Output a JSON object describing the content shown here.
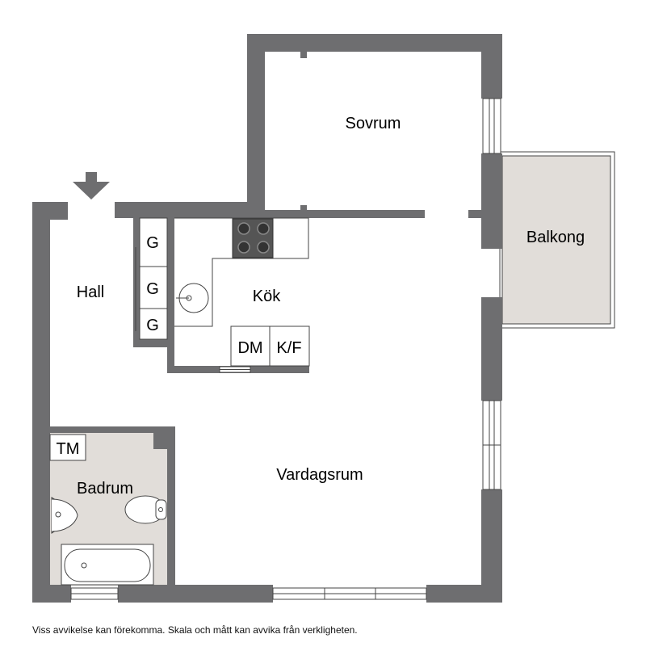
{
  "rooms": {
    "sovrum": "Sovrum",
    "balkong": "Balkong",
    "hall": "Hall",
    "kok": "Kök",
    "vardagsrum": "Vardagsrum",
    "badrum": "Badrum"
  },
  "fixtures": {
    "wardrobe_1": "G",
    "wardrobe_2": "G",
    "wardrobe_3": "G",
    "dishwasher": "DM",
    "fridge_freezer": "K/F",
    "washing_machine": "TM"
  },
  "disclaimer": "Viss avvikelse kan förekomma. Skala och mått kan avvika från verkligheten.",
  "colors": {
    "wall": "#6e6e70",
    "bathroom_floor": "#e1ddd9",
    "balcony_floor": "#e1ddd9",
    "background": "#ffffff"
  },
  "icons": {
    "entrance": "entrance-arrow-icon",
    "stove": "stove-icon",
    "sink": "sink-icon",
    "toilet": "toilet-icon",
    "washbasin": "washbasin-icon",
    "bathtub": "bathtub-icon"
  }
}
